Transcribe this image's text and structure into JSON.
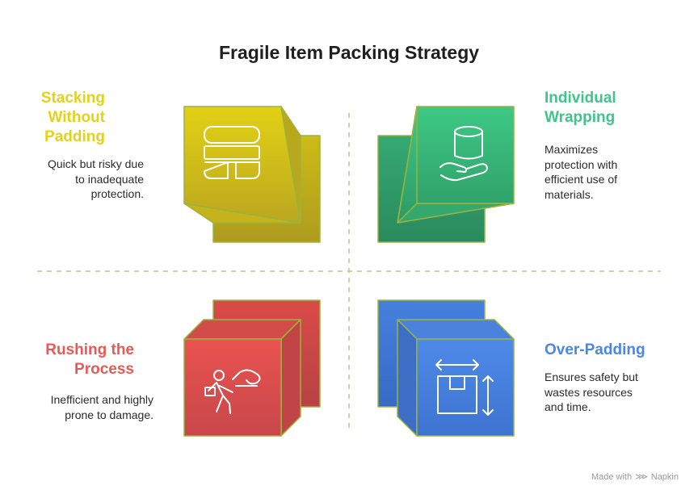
{
  "title": "Fragile Item Packing Strategy",
  "quadrants": {
    "top_left": {
      "title_lines": [
        "Stacking",
        "Without",
        "Padding"
      ],
      "desc_lines": [
        "Quick but risky due",
        "to inadequate",
        "protection."
      ],
      "icon": "layers-icon",
      "color": "#d4c417"
    },
    "top_right": {
      "title_lines": [
        "Individual",
        "Wrapping"
      ],
      "desc_lines": [
        "Maximizes",
        "protection with",
        "efficient use of",
        "materials."
      ],
      "icon": "hand-holding-cylinder-icon",
      "color": "#3aaa6e"
    },
    "bottom_left": {
      "title_lines": [
        "Rushing the",
        "Process"
      ],
      "desc_lines": [
        "Inefficient and highly",
        "prone to damage."
      ],
      "icon": "person-running-with-box-icon",
      "color": "#e05450"
    },
    "bottom_right": {
      "title_lines": [
        "Over-Padding"
      ],
      "desc_lines": [
        "Ensures safety but",
        "wastes resources",
        "and time."
      ],
      "icon": "box-with-dimension-arrows-icon",
      "color": "#4a7fe0"
    }
  },
  "footer": {
    "made_with": "Made with",
    "brand": "Napkin"
  }
}
